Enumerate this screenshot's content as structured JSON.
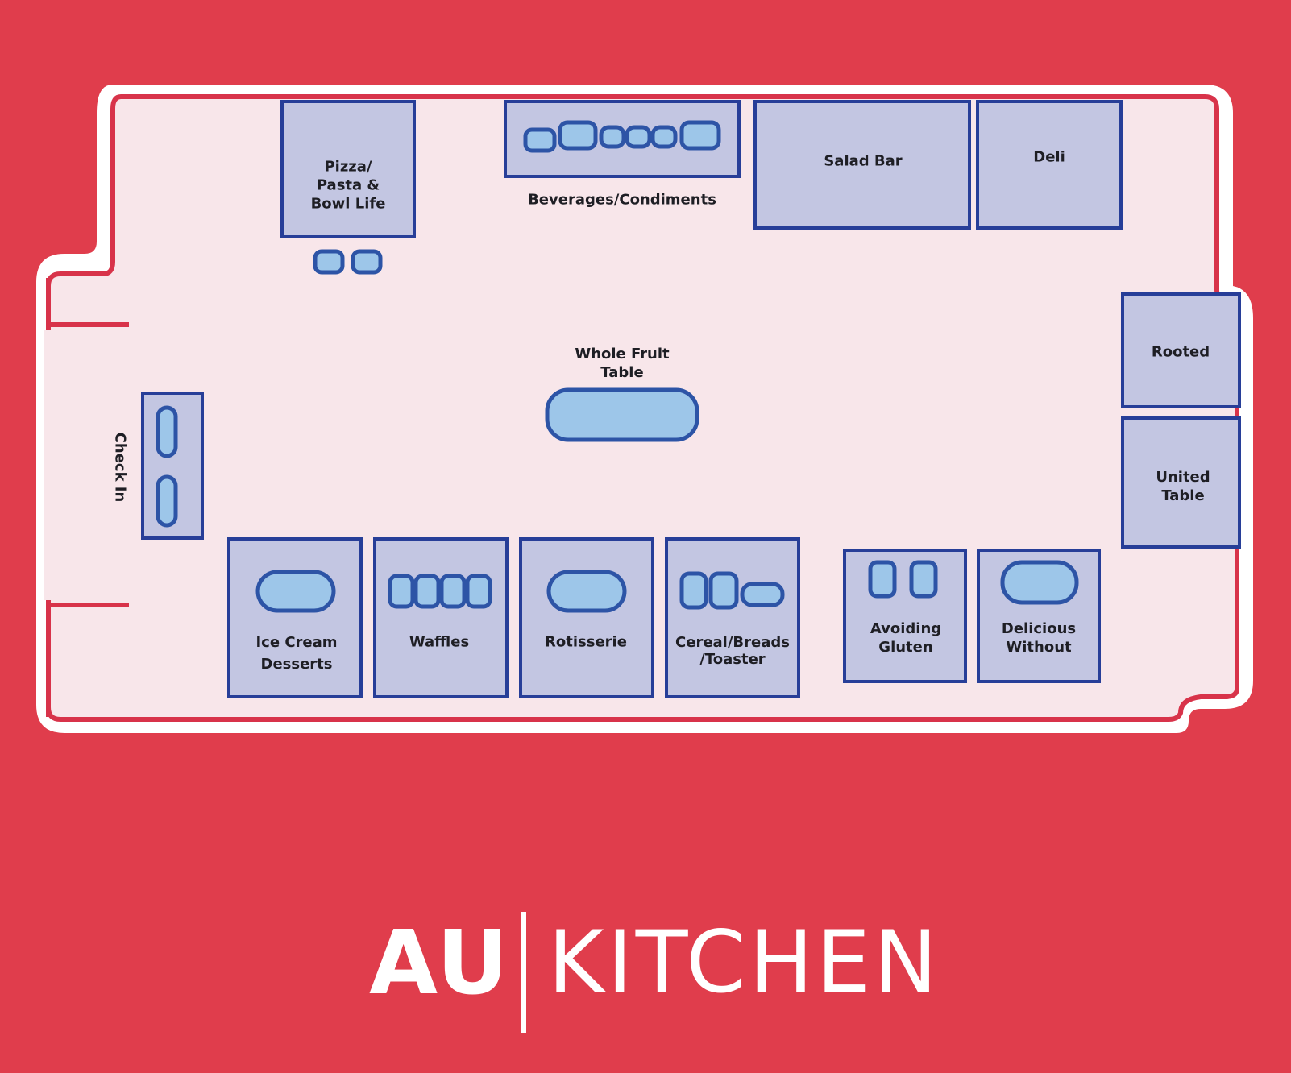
{
  "stations": {
    "pizza": "Pizza/\nPasta &\nBowl Life",
    "beverages": "Beverages/Condiments",
    "salad_bar": "Salad Bar",
    "deli": "Deli",
    "whole_fruit": "Whole Fruit\nTable",
    "check_in": "Check In",
    "rooted": "Rooted",
    "united_table": "United\nTable",
    "ice_cream": "Ice Cream\nDesserts",
    "waffles": "Waffles",
    "rotisserie": "Rotisserie",
    "cereal": "Cereal/Breads\n/Toaster",
    "avoiding_gluten": "Avoiding\nGluten",
    "delicious_without": "Delicious\nWithout"
  },
  "brand": {
    "left": "AU",
    "right": "KITCHEN"
  },
  "colors": {
    "background": "#e03d4c",
    "floor": "#f8e6ea",
    "wall": "#d8334a",
    "station_fill": "#c3c6e2",
    "station_stroke": "#273e98",
    "fixture_fill": "#9dc6e9",
    "fixture_stroke": "#2d54a6"
  }
}
